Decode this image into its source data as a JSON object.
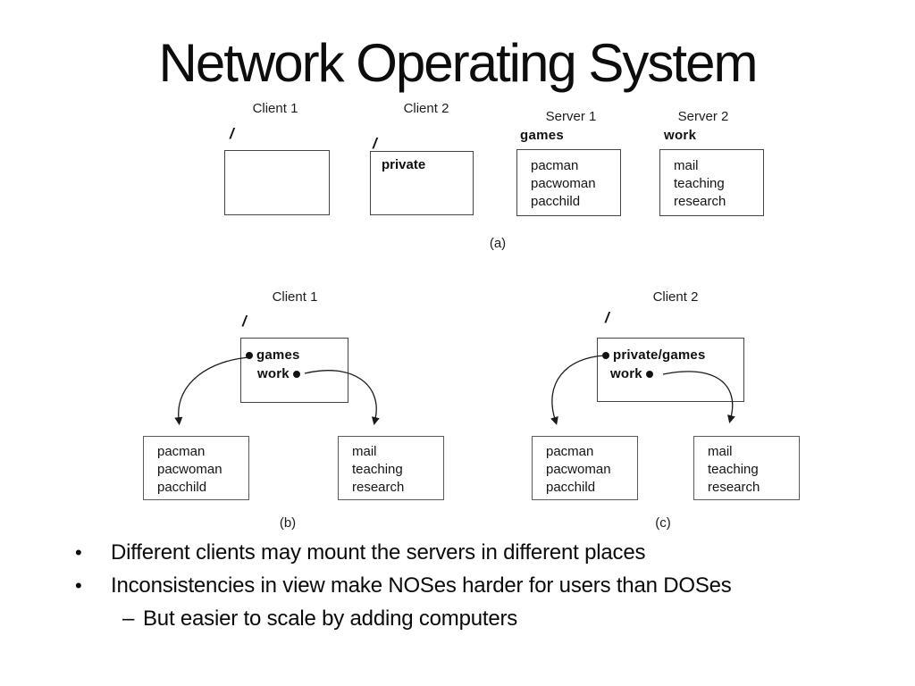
{
  "title": "Network Operating System",
  "figure_a": {
    "caption": "(a)",
    "client1": {
      "label": "Client 1",
      "root": "/"
    },
    "client2": {
      "label": "Client 2",
      "root": "/",
      "dir": "private"
    },
    "server1": {
      "label": "Server 1",
      "share": "games",
      "files": [
        "pacman",
        "pacwoman",
        "pacchild"
      ]
    },
    "server2": {
      "label": "Server 2",
      "share": "work",
      "files": [
        "mail",
        "teaching",
        "research"
      ]
    }
  },
  "figure_b": {
    "caption": "(b)",
    "client_label": "Client 1",
    "root": "/",
    "mount1": "games",
    "mount2": "work",
    "left_box_files": [
      "pacman",
      "pacwoman",
      "pacchild"
    ],
    "right_box_files": [
      "mail",
      "teaching",
      "research"
    ]
  },
  "figure_c": {
    "caption": "(c)",
    "client_label": "Client 2",
    "root": "/",
    "mount1": "private/games",
    "mount2": "work",
    "left_box_files": [
      "pacman",
      "pacwoman",
      "pacchild"
    ],
    "right_box_files": [
      "mail",
      "teaching",
      "research"
    ]
  },
  "bullets": {
    "marker_level1": "•",
    "marker_level2": "–",
    "line1": "Different clients may mount the servers in different places",
    "line2": "Inconsistencies in view make NOSes harder for users than DOSes",
    "line3": "But easier to scale by adding computers"
  },
  "colors": {
    "background": "#ffffff",
    "text": "#000000",
    "box_border": "#444444",
    "arrow": "#1a1a1a"
  }
}
